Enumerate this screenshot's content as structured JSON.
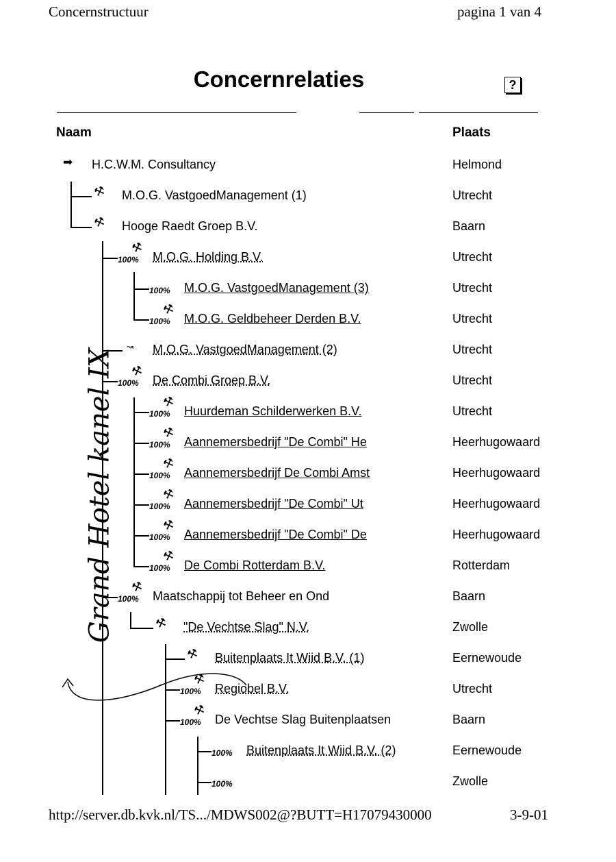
{
  "header": {
    "left": "Concernstructuur",
    "right": "pagina 1 van 4"
  },
  "title": "Concernrelaties",
  "help_icon": "?",
  "columns": {
    "name": "Naam",
    "place": "Plaats"
  },
  "rows": [
    {
      "name": "H.C.W.M. Consultancy",
      "place": "Helmond",
      "icon": "arrow",
      "pct": "",
      "link": false
    },
    {
      "name": "M.O.G. VastgoedManagement (1)",
      "place": "Utrecht",
      "icon": "hammer",
      "pct": "",
      "link": false
    },
    {
      "name": "Hooge Raedt Groep B.V.",
      "place": "Baarn",
      "icon": "hammer",
      "pct": "",
      "link": false
    },
    {
      "name": "M.O.G. Holding B.V.",
      "place": "Utrecht",
      "icon": "hammer",
      "pct": "100%",
      "link": true
    },
    {
      "name": "M.O.G. VastgoedManagement (3)",
      "place": "Utrecht",
      "icon": "",
      "pct": "100%",
      "link": true
    },
    {
      "name": "M.O.G. Geldbeheer Derden B.V.",
      "place": "Utrecht",
      "icon": "hammer",
      "pct": "100%",
      "link": true
    },
    {
      "name": "M.O.G. VastgoedManagement (2)",
      "place": "Utrecht",
      "icon": "small",
      "pct": "",
      "link": true
    },
    {
      "name": "De Combi Groep B.V.",
      "place": "Utrecht",
      "icon": "hammer",
      "pct": "100%",
      "link": true
    },
    {
      "name": "Huurdeman Schilderwerken B.V.",
      "place": "Utrecht",
      "icon": "hammer",
      "pct": "100%",
      "link": true
    },
    {
      "name": "Aannemersbedrijf \"De Combi\" He",
      "place": "Heerhugowaard",
      "icon": "hammer",
      "pct": "100%",
      "link": true
    },
    {
      "name": "Aannemersbedrijf De Combi Amst",
      "place": "Heerhugowaard",
      "icon": "hammer",
      "pct": "100%",
      "link": true
    },
    {
      "name": "Aannemersbedrijf \"De Combi\" Ut",
      "place": "Heerhugowaard",
      "icon": "hammer",
      "pct": "100%",
      "link": true
    },
    {
      "name": "Aannemersbedrijf \"De Combi\" De",
      "place": "Heerhugowaard",
      "icon": "hammer",
      "pct": "100%",
      "link": true
    },
    {
      "name": "De Combi Rotterdam B.V.",
      "place": "Rotterdam",
      "icon": "hammer",
      "pct": "100%",
      "link": true
    },
    {
      "name": "Maatschappij tot Beheer en Ond",
      "place": "Baarn",
      "icon": "hammer",
      "pct": "100%",
      "link": false
    },
    {
      "name": "\"De Vechtse Slag\" N.V.",
      "place": "Zwolle",
      "icon": "hammer",
      "pct": "",
      "link": true
    },
    {
      "name": "Buitenplaats It Wiid B.V. (1)",
      "place": "Eernewoude",
      "icon": "hammer",
      "pct": "",
      "link": true
    },
    {
      "name": "Regiobel B.V.",
      "place": "Utrecht",
      "icon": "hammer",
      "pct": "100%",
      "link": true
    },
    {
      "name": "De Vechtse Slag Buitenplaatsen",
      "place": "Baarn",
      "icon": "hammer",
      "pct": "100%",
      "link": false
    },
    {
      "name": "Buitenplaats It Wiid B.V. (2)",
      "place": "Eernewoude",
      "icon": "",
      "pct": "100%",
      "link": true
    },
    {
      "name": "",
      "place": "Zwolle",
      "icon": "",
      "pct": "100%",
      "link": false
    }
  ],
  "footer": {
    "url": "http://server.db.kvk.nl/TS.../MDWS002@?BUTT=H17079430000",
    "date": "3-9-01"
  },
  "handwriting": "Grand Hotel kanel IX"
}
